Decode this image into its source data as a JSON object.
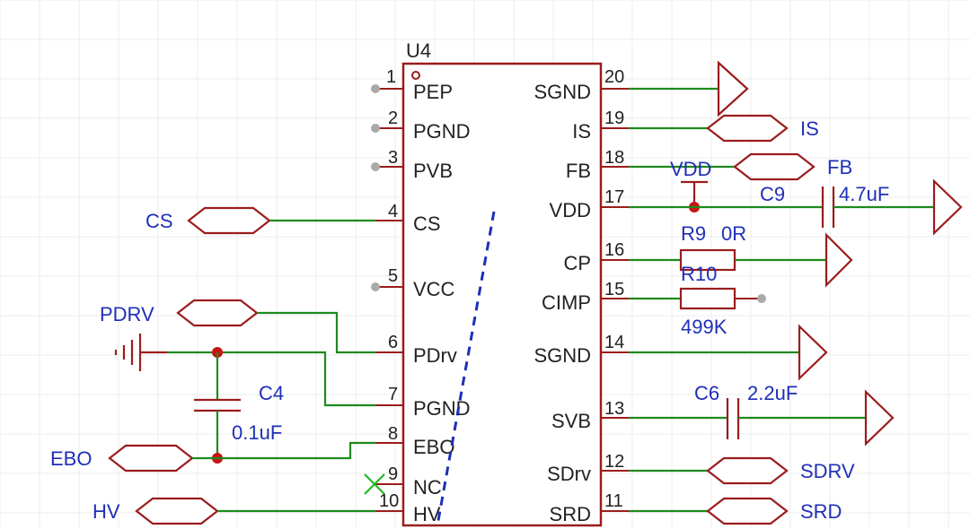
{
  "chip": {
    "ref": "U4",
    "left_pins": [
      {
        "num": "1",
        "name": "PEP"
      },
      {
        "num": "2",
        "name": "PGND"
      },
      {
        "num": "3",
        "name": "PVB"
      },
      {
        "num": "4",
        "name": "CS"
      },
      {
        "num": "5",
        "name": "VCC"
      },
      {
        "num": "6",
        "name": "PDrv"
      },
      {
        "num": "7",
        "name": "PGND"
      },
      {
        "num": "8",
        "name": "EBO"
      },
      {
        "num": "9",
        "name": "NC"
      },
      {
        "num": "10",
        "name": "HV"
      }
    ],
    "right_pins": [
      {
        "num": "20",
        "name": "SGND"
      },
      {
        "num": "19",
        "name": "IS"
      },
      {
        "num": "18",
        "name": "FB"
      },
      {
        "num": "17",
        "name": "VDD"
      },
      {
        "num": "16",
        "name": "CP"
      },
      {
        "num": "15",
        "name": "CIMP"
      },
      {
        "num": "14",
        "name": "SGND"
      },
      {
        "num": "13",
        "name": "SVB"
      },
      {
        "num": "12",
        "name": "SDrv"
      },
      {
        "num": "11",
        "name": "SRD"
      }
    ]
  },
  "net_labels": {
    "cs": "CS",
    "pdrv": "PDRV",
    "ebo": "EBO",
    "hv": "HV",
    "is": "IS",
    "fb": "FB",
    "vdd": "VDD",
    "sdrv": "SDRV",
    "srd": "SRD"
  },
  "components": {
    "c4": {
      "ref": "C4",
      "value": "0.1uF"
    },
    "c9": {
      "ref": "C9",
      "value": "4.7uF"
    },
    "r9": {
      "ref": "R9",
      "value": "0R"
    },
    "r10": {
      "ref": "R10",
      "value": "499K"
    },
    "c6": {
      "ref": "C6",
      "value": "2.2uF"
    }
  },
  "colors": {
    "component": "#9b1c1c",
    "wire": "#1e8a1e",
    "label": "#1f2fb8",
    "junction": "#c81414"
  }
}
